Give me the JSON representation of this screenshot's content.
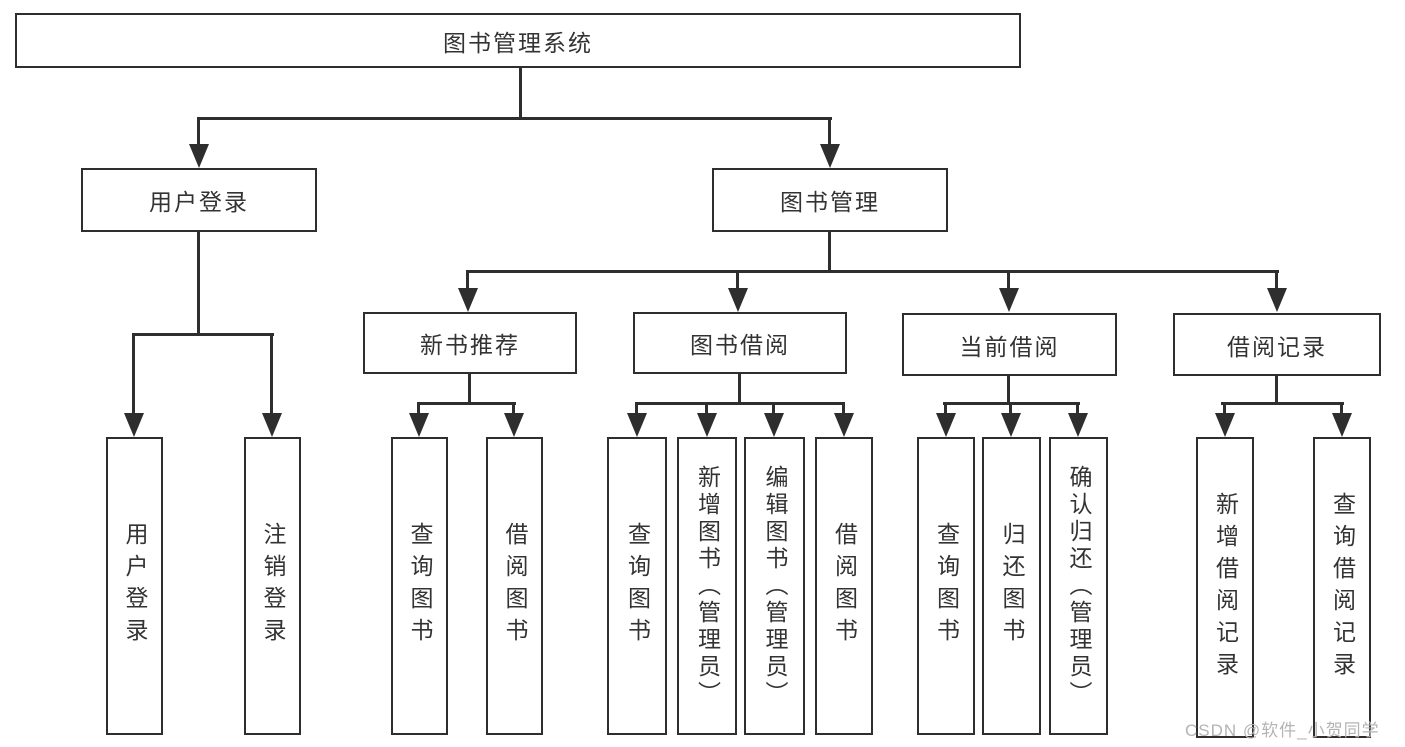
{
  "tree": {
    "label": "图书管理系统",
    "children": [
      {
        "label": "用户登录",
        "children": [
          {
            "label": "用户登录"
          },
          {
            "label": "注销登录"
          }
        ]
      },
      {
        "label": "图书管理",
        "children": [
          {
            "label": "新书推荐",
            "children": [
              {
                "label": "查询图书"
              },
              {
                "label": "借阅图书"
              }
            ]
          },
          {
            "label": "图书借阅",
            "children": [
              {
                "label": "查询图书"
              },
              {
                "label": "新增图书（管理员）"
              },
              {
                "label": "编辑图书（管理员）"
              },
              {
                "label": "借阅图书"
              }
            ]
          },
          {
            "label": "当前借阅",
            "children": [
              {
                "label": "查询图书"
              },
              {
                "label": "归还图书"
              },
              {
                "label": "确认归还（管理员）"
              }
            ]
          },
          {
            "label": "借阅记录",
            "children": [
              {
                "label": "新增借阅记录"
              },
              {
                "label": "查询借阅记录"
              }
            ]
          }
        ]
      }
    ]
  },
  "watermark": {
    "text": "CSDN @软件_小贺同学"
  },
  "colors": {
    "line": "#2e2e2e",
    "text": "#333333",
    "background": "#ffffff",
    "watermark": "#b4b4b4"
  }
}
